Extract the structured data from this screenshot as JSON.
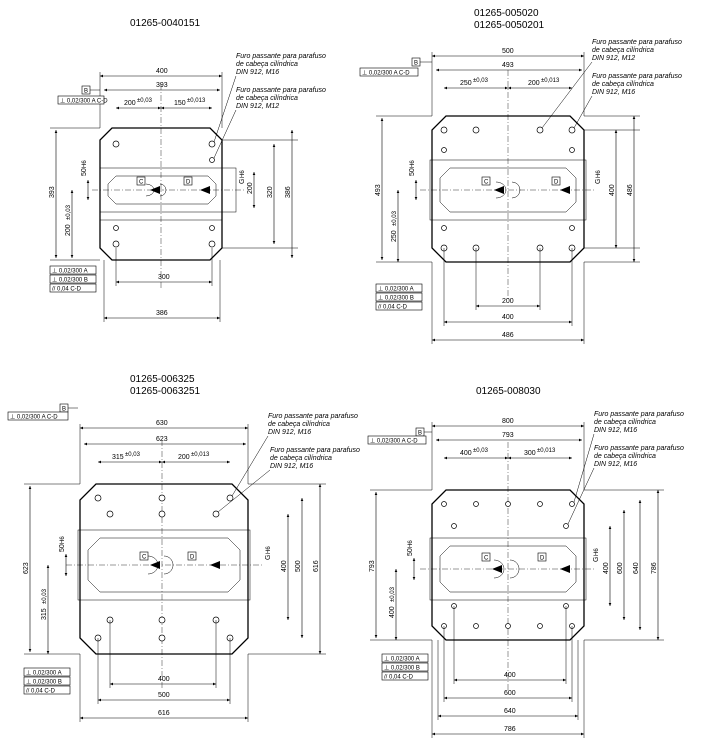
{
  "common": {
    "note_line1": "Furo passante para parafuso",
    "note_line2": "de cabeça cilíndrica",
    "ref_b": "B",
    "ref_c": "C",
    "ref_d": "D",
    "perp_top": "⊥ 0,02/300 A C-D",
    "perp_a": "⊥ 0,02/300 A",
    "perp_b": "⊥ 0,02/300 B",
    "par_cd": "// 0,04 C-D"
  },
  "drawings": [
    {
      "part_numbers": [
        "01265-0040151"
      ],
      "notes": [
        "DIN 912, M16",
        "DIN 912, M12"
      ],
      "dims": {
        "top_w": "400",
        "top_w2": "393",
        "off_left": "200",
        "off_left_tol": "±0,03",
        "off_right": "150",
        "off_right_tol": "±0,013",
        "bot_1": "300",
        "bot_2": "386",
        "h_total": "393",
        "h_lower": "200",
        "h_lower_tol": "±0,03",
        "h_slot": "50",
        "h_slot_tol": "H6",
        "r_1": "200",
        "r_2": "320",
        "r_3": "386",
        "g": "G",
        "g_tol": "H6"
      }
    },
    {
      "part_numbers": [
        "01265-005020",
        "01265-0050201"
      ],
      "notes": [
        "DIN 912, M12",
        "DIN 912, M16"
      ],
      "dims": {
        "top_w": "500",
        "top_w2": "493",
        "off_left": "250",
        "off_left_tol": "±0,03",
        "off_right": "200",
        "off_right_tol": "±0,013",
        "bot_1": "200",
        "bot_2": "400",
        "bot_3": "486",
        "h_total": "493",
        "h_lower": "250",
        "h_lower_tol": "±0,03",
        "h_slot": "50",
        "h_slot_tol": "H6",
        "r_1": "400",
        "r_2": "486",
        "g": "G",
        "g_tol": "H6"
      }
    },
    {
      "part_numbers": [
        "01265-006325",
        "01265-0063251"
      ],
      "notes": [
        "DIN 912, M16",
        "DIN 912, M16"
      ],
      "dims": {
        "top_w": "630",
        "top_w2": "623",
        "off_left": "315",
        "off_left_tol": "±0,03",
        "off_right": "200",
        "off_right_tol": "±0,013",
        "bot_1": "400",
        "bot_2": "500",
        "bot_3": "616",
        "h_total": "623",
        "h_lower": "315",
        "h_lower_tol": "±0,03",
        "h_slot": "50",
        "h_slot_tol": "H6",
        "r_1": "400",
        "r_2": "500",
        "r_3": "616",
        "g": "G",
        "g_tol": "H6"
      }
    },
    {
      "part_numbers": [
        "01265-008030"
      ],
      "notes": [
        "DIN 912, M16",
        "DIN 912, M16"
      ],
      "dims": {
        "top_w": "800",
        "top_w2": "793",
        "off_left": "400",
        "off_left_tol": "±0,03",
        "off_right": "300",
        "off_right_tol": "±0,013",
        "bot_1": "400",
        "bot_2": "600",
        "bot_3": "640",
        "bot_4": "786",
        "h_total": "793",
        "h_lower": "400",
        "h_lower_tol": "±0,03",
        "h_slot": "50",
        "h_slot_tol": "H6",
        "r_1": "400",
        "r_2": "600",
        "r_3": "640",
        "r_4": "786",
        "g": "G",
        "g_tol": "H6"
      }
    }
  ]
}
